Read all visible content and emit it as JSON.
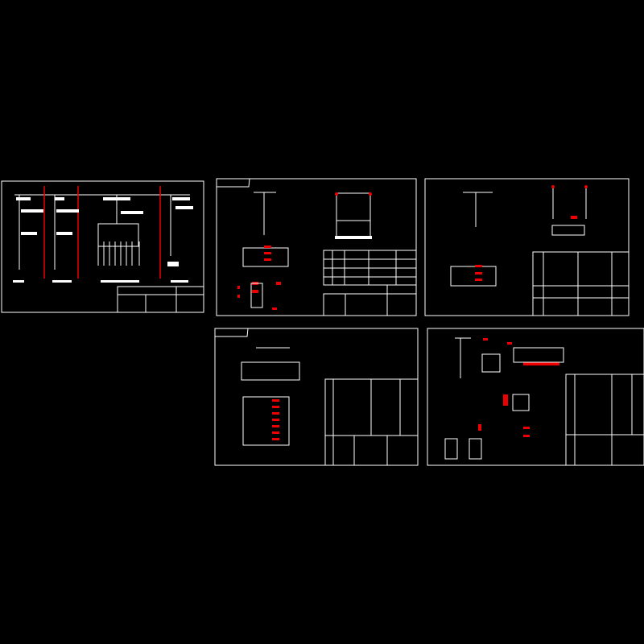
{
  "canvas": {
    "background": "#000000",
    "line_color": "#ffffff",
    "accent_color": "#e00000"
  },
  "sheets": [
    {
      "id": "sheet-1",
      "kind": "single-line-diagram",
      "feeder_columns": 4
    },
    {
      "id": "sheet-2",
      "kind": "control-schematic"
    },
    {
      "id": "sheet-3",
      "kind": "control-schematic"
    },
    {
      "id": "sheet-4",
      "kind": "distribution-schematic",
      "branch_circuits": 8
    },
    {
      "id": "sheet-5",
      "kind": "motor-control-schematic"
    }
  ]
}
